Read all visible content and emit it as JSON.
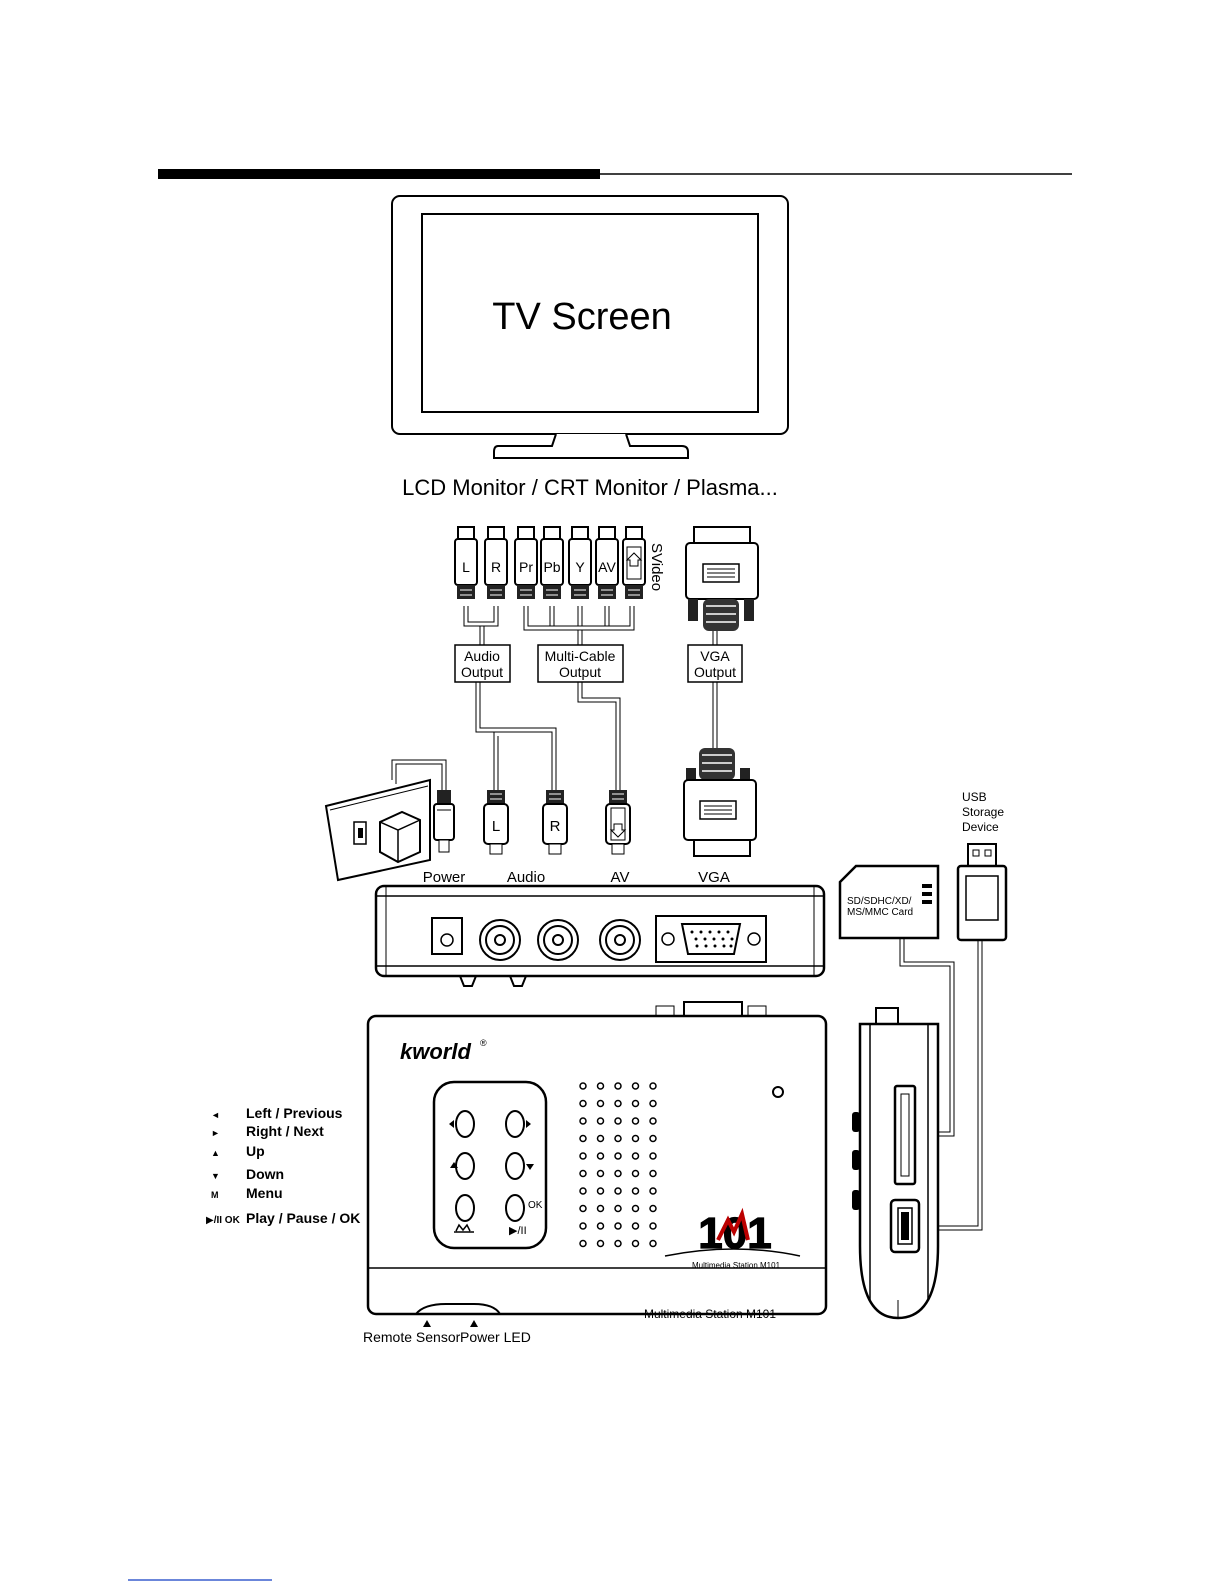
{
  "tv": {
    "screen_label": "TV Screen",
    "caption": "LCD Monitor / CRT Monitor / Plasma..."
  },
  "output_plugs": {
    "audio": [
      "L",
      "R"
    ],
    "multi": [
      "Pr",
      "Pb",
      "Y",
      "AV"
    ],
    "svideo_label": "SVideo"
  },
  "cable_labels": {
    "audio_line1": "Audio",
    "audio_line2": "Output",
    "multi_line1": "Multi-Cable",
    "multi_line2": "Output",
    "vga_line1": "VGA",
    "vga_line2": "Output"
  },
  "input_plugs": {
    "left": "L",
    "right": "R"
  },
  "port_labels": [
    "Power",
    "Audio",
    "AV",
    "VGA"
  ],
  "usb_label": [
    "USB",
    "Storage",
    "Device"
  ],
  "card_label": [
    "SD/SDHC/XD/",
    "MS/MMC Card"
  ],
  "device": {
    "brand": "kworld",
    "badge_number": "101",
    "badge_text": "Multimedia Station M101",
    "bottom_text": "Multimedia Station M101"
  },
  "button_legend": [
    {
      "icon": "◄",
      "label": "Left / Previous"
    },
    {
      "icon": "►",
      "label": "Right / Next"
    },
    {
      "icon": "▲",
      "label": "Up"
    },
    {
      "icon": "▼",
      "label": "Down"
    },
    {
      "icon": "M",
      "label": "Menu"
    },
    {
      "icon": "▶/II OK",
      "label": "Play / Pause / OK"
    }
  ],
  "front_labels": {
    "remote_sensor": "Remote Sensor",
    "power_led": "Power LED"
  },
  "keypad": {
    "ok": "OK",
    "play": "▶/II"
  }
}
